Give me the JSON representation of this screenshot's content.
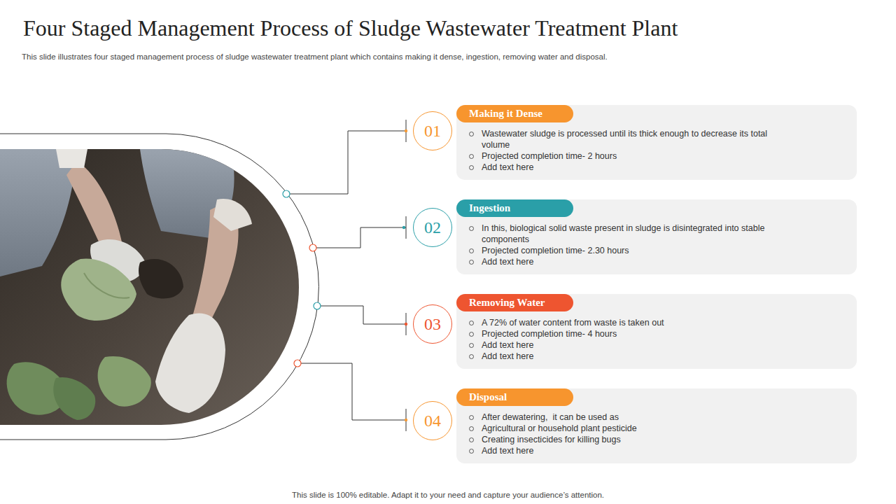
{
  "diagram": {
    "title": "Four Staged Management Process of Sludge Wastewater Treatment Plant",
    "caption": "This slide illustrates four staged management process of sludge wastewater treatment plant which contains making it dense, ingestion, removing water and disposal.",
    "nodes": [
      {
        "text": [
          "01"
        ]
      },
      {
        "text": [
          "Wastewater sludge is processed until its thick enough to decrease its total volume",
          "Projected completion time- 2 hours",
          "Add text here"
        ]
      },
      {
        "text": [
          "Making it Dense"
        ],
        "in": 1
      },
      {
        "text": [
          "02"
        ]
      },
      {
        "text": [
          "In this, biological solid waste present in sludge is disintegrated into stable components",
          "Projected completion time- 2.30 hours",
          "Add text here"
        ]
      },
      {
        "text": [
          "Ingestion"
        ],
        "in": 4
      },
      {
        "text": [
          "03"
        ]
      },
      {
        "text": [
          "A 72% of water content from waste is taken out",
          "Projected completion time- 4 hours",
          "Add text here",
          "Add text here"
        ]
      },
      {
        "text": [
          "Removing Water"
        ],
        "in": 7
      },
      {
        "text": [
          "04"
        ]
      },
      {
        "text": [
          "After dewatering,  it can be used as",
          "Agricultural or household plant pesticide",
          "Creating insecticides for killing bugs",
          "Add text here"
        ]
      },
      {
        "text": [
          "Disposal"
        ],
        "in": 10
      }
    ],
    "labels": [
      "This slide is 100% editable. Adapt it to your need and capture your audience’s attention."
    ]
  }
}
